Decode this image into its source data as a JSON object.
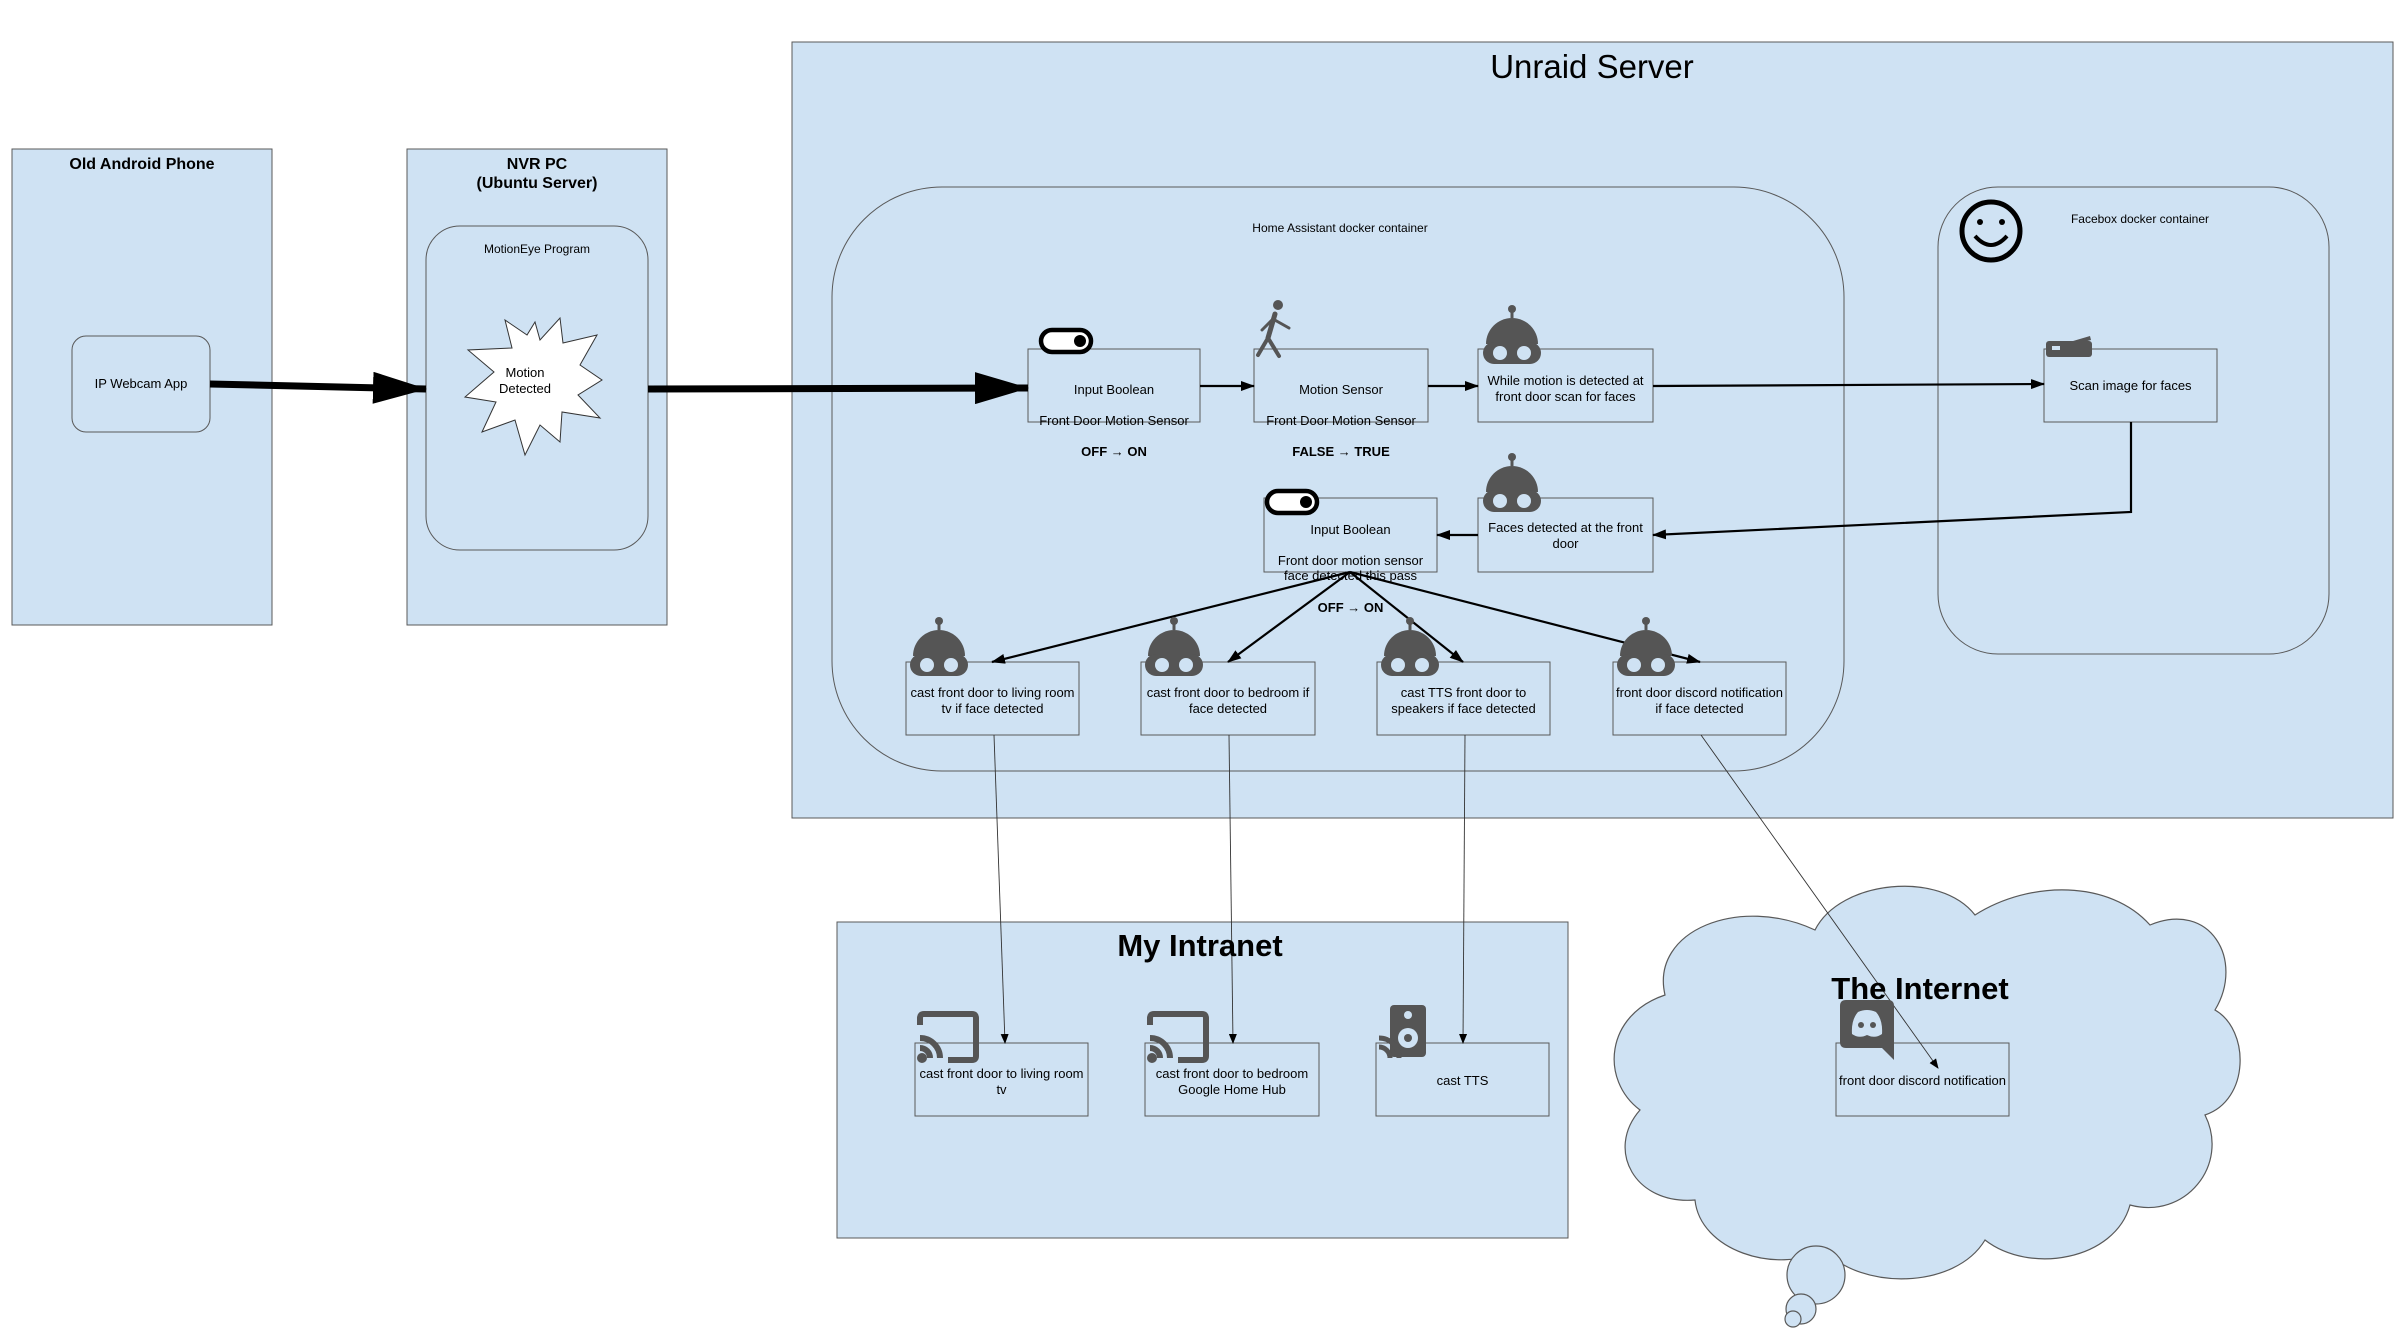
{
  "groups": {
    "android_phone": "Old Android Phone",
    "nvr_pc": "NVR PC\n(Ubuntu Server)",
    "motioneye": "MotionEye Program",
    "unraid": "Unraid Server",
    "home_assistant": "Home Assistant docker container",
    "facebox": "Facebox docker container",
    "intranet": "My Intranet",
    "internet": "The Internet"
  },
  "nodes": {
    "ip_webcam": "IP Webcam App",
    "motion_detected": "Motion\nDetected",
    "input_boolean_1": {
      "line1": "Input Boolean",
      "line2": "Front Door Motion Sensor",
      "state": "OFF → ON"
    },
    "motion_sensor": {
      "line1": "Motion Sensor",
      "line2": "Front Door Motion Sensor",
      "state": "FALSE → TRUE"
    },
    "scan_automation": "While motion is detected at\nfront door scan for faces",
    "scan_faces": "Scan image for faces",
    "faces_detected": "Faces detected at the front\ndoor",
    "input_boolean_2": {
      "line1": "Input Boolean",
      "line2": "Front door motion sensor\nface detected this pass",
      "state": "OFF → ON"
    },
    "cast_living_auto": "cast front door to living room\ntv if face detected",
    "cast_bedroom_auto": "cast front door to bedroom if\nface detected",
    "cast_tts_auto": "cast TTS front door to\nspeakers if face detected",
    "discord_auto": "front door discord notification\nif face detected",
    "cast_living": "cast front door to living room\ntv",
    "cast_bedroom": "cast front door to bedroom\nGoogle Home Hub",
    "cast_tts": "cast TTS",
    "discord_notification": "front door discord notification"
  },
  "icons": {
    "toggle": "toggle-switch-icon",
    "walker": "person-walking-icon",
    "robot": "robot-icon",
    "smiley": "smiley-face-icon",
    "scanner": "scanner-icon",
    "cast": "cast-icon",
    "speaker": "cast-speaker-icon",
    "discord": "discord-icon"
  },
  "colors": {
    "box_fill": "#cfe2f3",
    "stroke": "#595959",
    "icon": "#555555",
    "line": "#000000"
  }
}
